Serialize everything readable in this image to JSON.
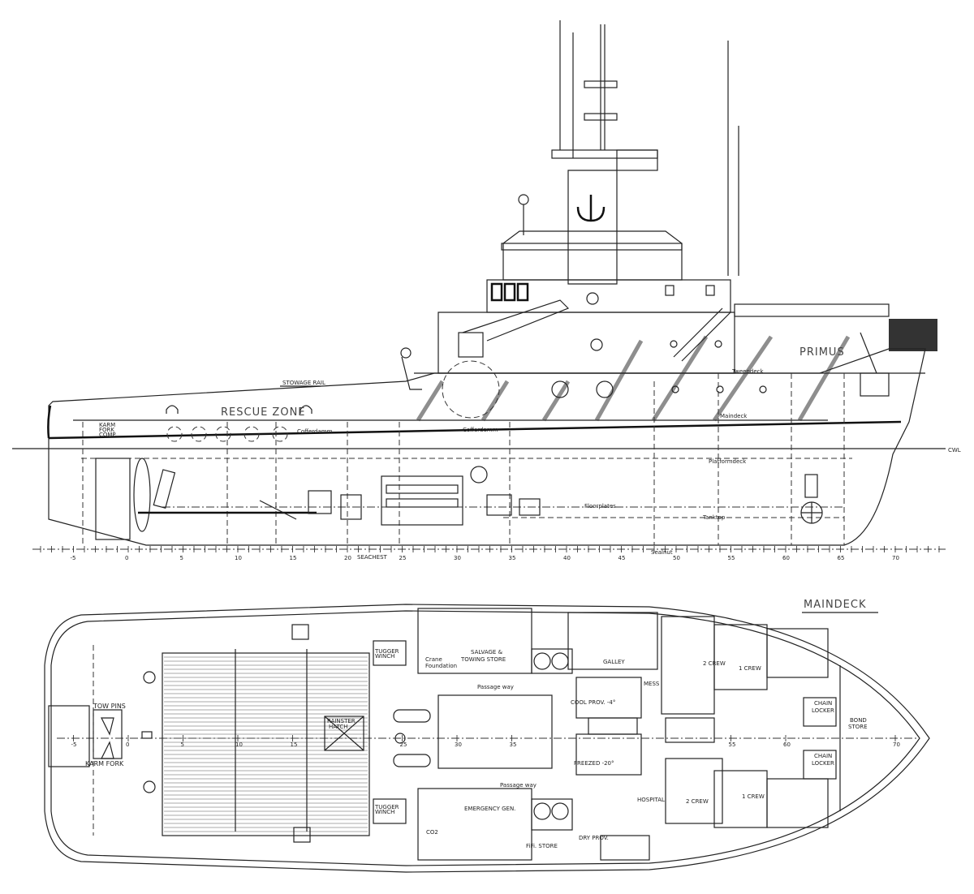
{
  "vessel_name": "PRIMUS",
  "profile": {
    "labels": {
      "stowage_rail": "STOWAGE RAIL",
      "rescue_zone": "RESCUE ZONE",
      "karm_fork_comp": [
        "KARM",
        "FORK",
        "COMP."
      ],
      "cofferdamm_aft": "Cofferdamm",
      "cofferdamm_mid": "Cofferdamm",
      "tweendeck": "Tweendeck",
      "maindeck": "Maindeck",
      "platformdeck": "Platformdeck",
      "floorplates": "Floorplates",
      "tanktop": "Tanktop",
      "seachest": "SEACHEST",
      "sealnut": "Sealnut",
      "cwl": "CWL"
    },
    "frame_ticks": [
      "-5",
      "0",
      "5",
      "10",
      "15",
      "20",
      "25",
      "30",
      "35",
      "40",
      "45",
      "50",
      "55",
      "60",
      "65",
      "70"
    ]
  },
  "plan": {
    "title": "MAINDECK",
    "rooms": {
      "tow_pins": "TOW PINS",
      "karm_fork": "KARM FORK",
      "crane_foundation": [
        "Crane",
        "Foundation"
      ],
      "salvage_store": [
        "SALVAGE &",
        "TOWING STORE"
      ],
      "passage_way_1": "Passage way",
      "passage_way_2": "Passage way",
      "galley": "GALLEY",
      "mess": "MESS",
      "cool_prov": "COOL PROV. -4°",
      "freezed": "FREEZED -20°",
      "hospital": "HOSPITAL",
      "emergency_gen": "EMERGENCY GEN.",
      "co2": "CO2",
      "fifi_store": "FiFi. STORE",
      "dry_prov": "DRY PROV.",
      "crew2_top": "2 CREW",
      "crew2_bottom": "2 CREW",
      "crew1_top": "1 CREW",
      "crew1_bottom": "1 CREW",
      "chain_locker_top": [
        "CHAIN",
        "LOCKER"
      ],
      "chain_locker_bottom": [
        "CHAIN",
        "LOCKER"
      ],
      "bond_store": [
        "BOND",
        "STORE"
      ],
      "tugger_winch_top": [
        "TUGGER",
        "WINCH"
      ],
      "tugger_winch_bottom": [
        "TUGGER",
        "WINCH"
      ],
      "rainster_hatch": [
        "RAINSTER",
        "HATCH"
      ]
    },
    "frame_ticks": [
      "-5",
      "0",
      "5",
      "10",
      "15",
      "25",
      "30",
      "35",
      "55",
      "60",
      "70"
    ]
  }
}
